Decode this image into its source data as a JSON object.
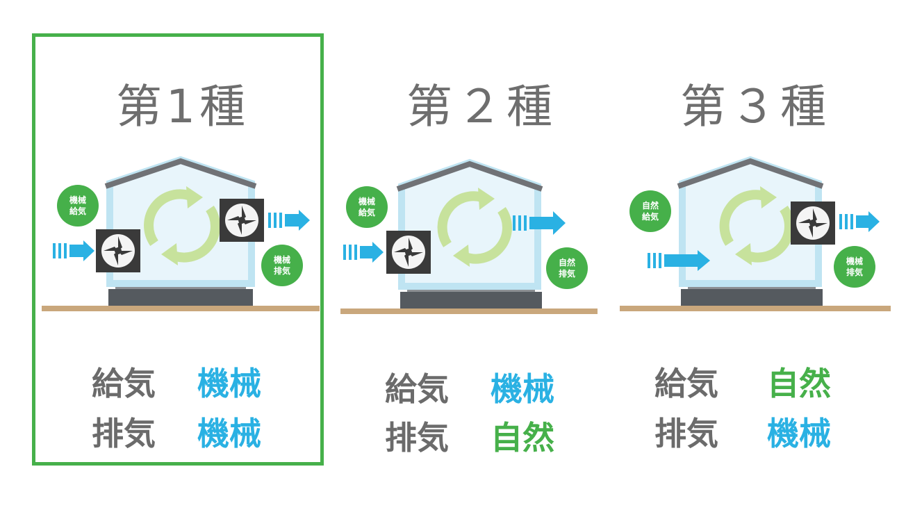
{
  "colors": {
    "green": "#46b04a",
    "blue": "#2ab1e3",
    "gray_text": "#6b6b6b",
    "roof": "#707276",
    "wall": "#bfe4f2",
    "ground": "#c9a77c",
    "cycle": "#c7e29c"
  },
  "selected_panel": 0,
  "panels": [
    {
      "title": "第1種",
      "bubble_supply": "機械\n給気",
      "bubble_exhaust": "機械\n排気",
      "rows": [
        {
          "key": "給気",
          "value": "機械",
          "color": "blue"
        },
        {
          "key": "排気",
          "value": "機械",
          "color": "blue"
        }
      ]
    },
    {
      "title": "第２種",
      "bubble_supply": "機械\n給気",
      "bubble_exhaust": "自然\n排気",
      "rows": [
        {
          "key": "給気",
          "value": "機械",
          "color": "blue"
        },
        {
          "key": "排気",
          "value": "自然",
          "color": "green"
        }
      ]
    },
    {
      "title": "第３種",
      "bubble_supply": "自然\n給気",
      "bubble_exhaust": "機械\n排気",
      "rows": [
        {
          "key": "給気",
          "value": "自然",
          "color": "green"
        },
        {
          "key": "排気",
          "value": "機械",
          "color": "blue"
        }
      ]
    }
  ]
}
